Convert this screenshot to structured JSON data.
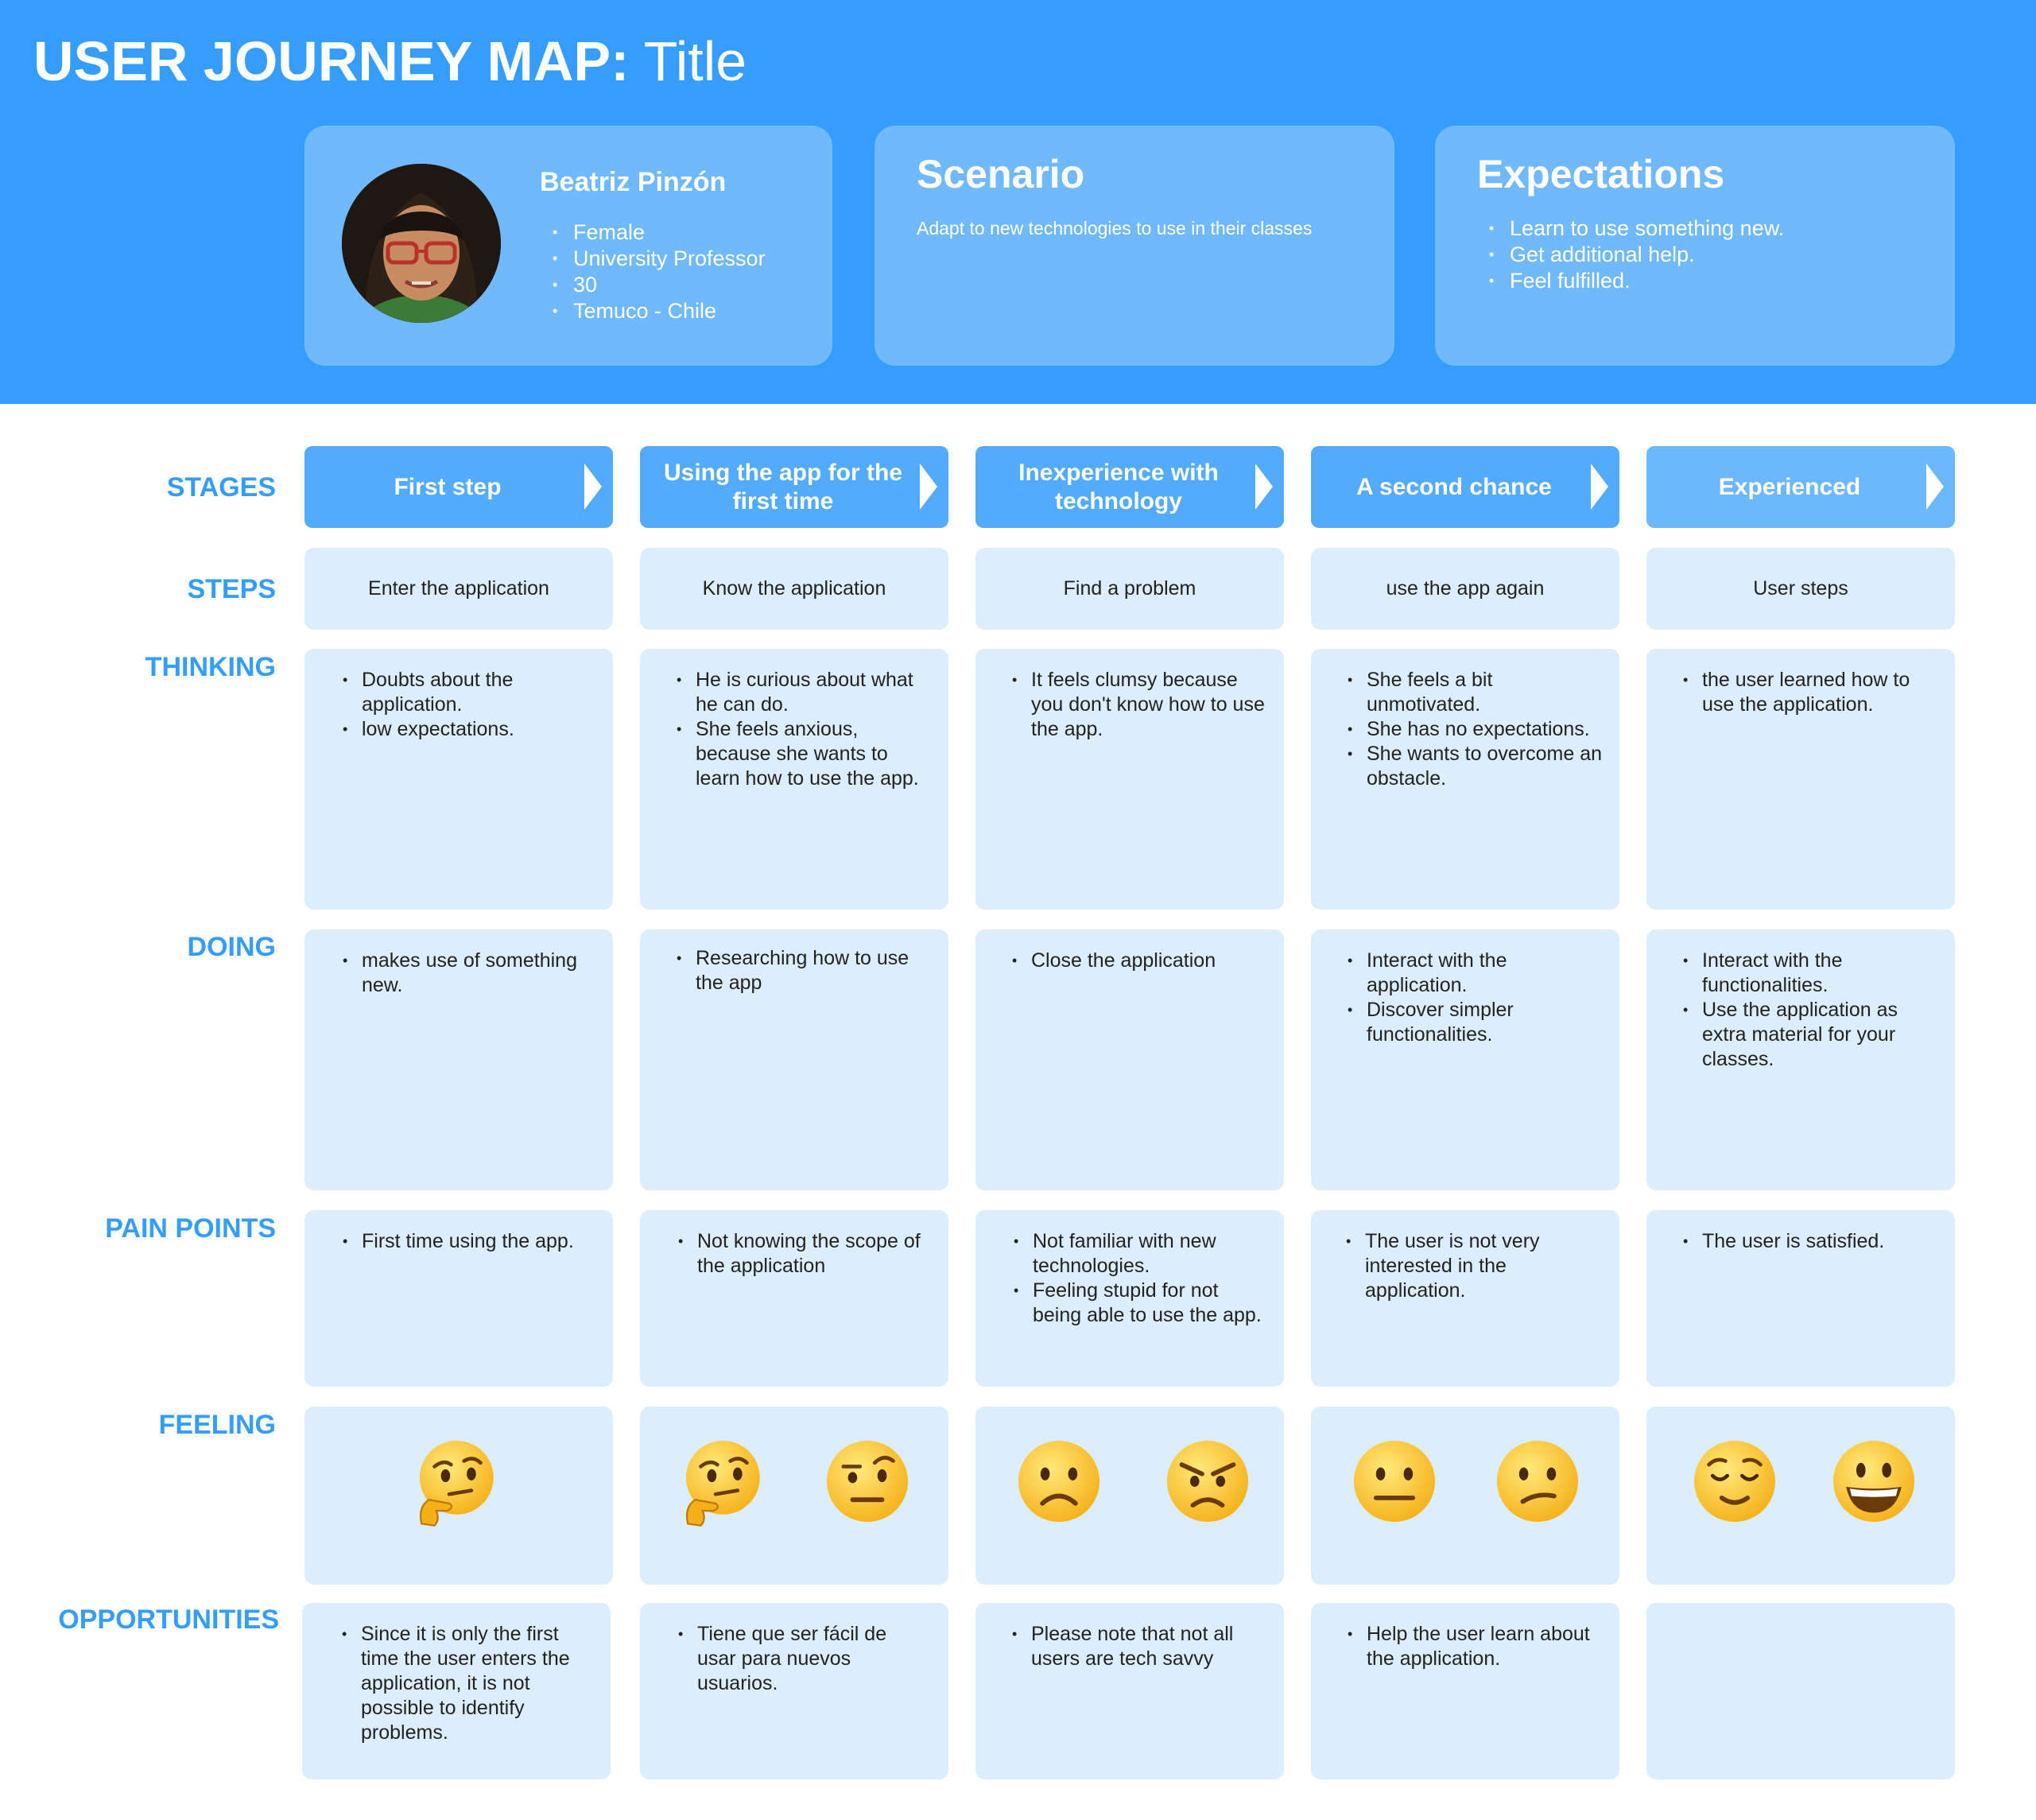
{
  "header": {
    "title_bold": "USER JOURNEY MAP:",
    "title_light": "Title",
    "band_color": "#359dfd"
  },
  "persona": {
    "name": "Beatriz Pinzón",
    "details": [
      "Female",
      "University Professor",
      "30",
      "Temuco - Chile"
    ]
  },
  "scenario": {
    "heading": "Scenario",
    "text": "Adapt to new technologies to use in their classes"
  },
  "expectations": {
    "heading": "Expectations",
    "items": [
      "Learn to use something new.",
      "Get additional help.",
      "Feel fulfilled."
    ]
  },
  "row_labels": {
    "stages": "STAGES",
    "steps": "STEPS",
    "thinking": "THINKING",
    "doing": "DOING",
    "pain_points": "PAIN POINTS",
    "feeling": "FEELING",
    "opportunities": "OPPORTUNITIES"
  },
  "stages": [
    {
      "label": "First step",
      "step": "Enter the application",
      "thinking": [
        "Doubts about the application.",
        "low expectations."
      ],
      "doing": [
        "makes use of something new."
      ],
      "pain_points": [
        "First time using the app."
      ],
      "feelings": [
        "thinking-face"
      ],
      "opportunities": [
        "Since it is only the first time the user enters the application, it is not possible to identify problems."
      ]
    },
    {
      "label": "Using the app for the first time",
      "step": "Know the application",
      "thinking": [
        "He is curious about what he can do.",
        "She feels anxious, because she wants to learn how to use the app."
      ],
      "doing": [
        "Researching how to use the app"
      ],
      "pain_points": [
        "Not knowing the scope of the application"
      ],
      "feelings": [
        "thinking-face",
        "raised-eyebrow-face"
      ],
      "opportunities": [
        "Tiene que ser fácil de usar para nuevos usuarios."
      ]
    },
    {
      "label": "Inexperience with technology",
      "step": "Find a problem",
      "thinking": [
        "It feels clumsy because you don't know how to use the app."
      ],
      "doing": [
        "Close the application"
      ],
      "pain_points": [
        "Not familiar with new technologies.",
        "Feeling stupid for not being able to use the app."
      ],
      "feelings": [
        "frowning-face",
        "angry-face"
      ],
      "opportunities": [
        "Please note that not all users are tech savvy"
      ]
    },
    {
      "label": "A second chance",
      "step": "use the app again",
      "thinking": [
        "She feels a bit unmotivated.",
        "She has no expectations.",
        "She wants to overcome an obstacle."
      ],
      "doing": [
        "Interact with the application.",
        "Discover simpler functionalities."
      ],
      "pain_points": [
        "The user is not very interested in the application."
      ],
      "feelings": [
        "neutral-face",
        "confused-face"
      ],
      "opportunities": [
        "Help the user learn about the application."
      ]
    },
    {
      "label": "Experienced",
      "step": "User steps",
      "thinking": [
        "the user learned how to use the application."
      ],
      "doing": [
        "Interact with the functionalities.",
        "Use the application as extra material for your classes."
      ],
      "pain_points": [
        "The user is satisfied."
      ],
      "feelings": [
        "relieved-face",
        "grinning-face"
      ],
      "opportunities": []
    }
  ]
}
